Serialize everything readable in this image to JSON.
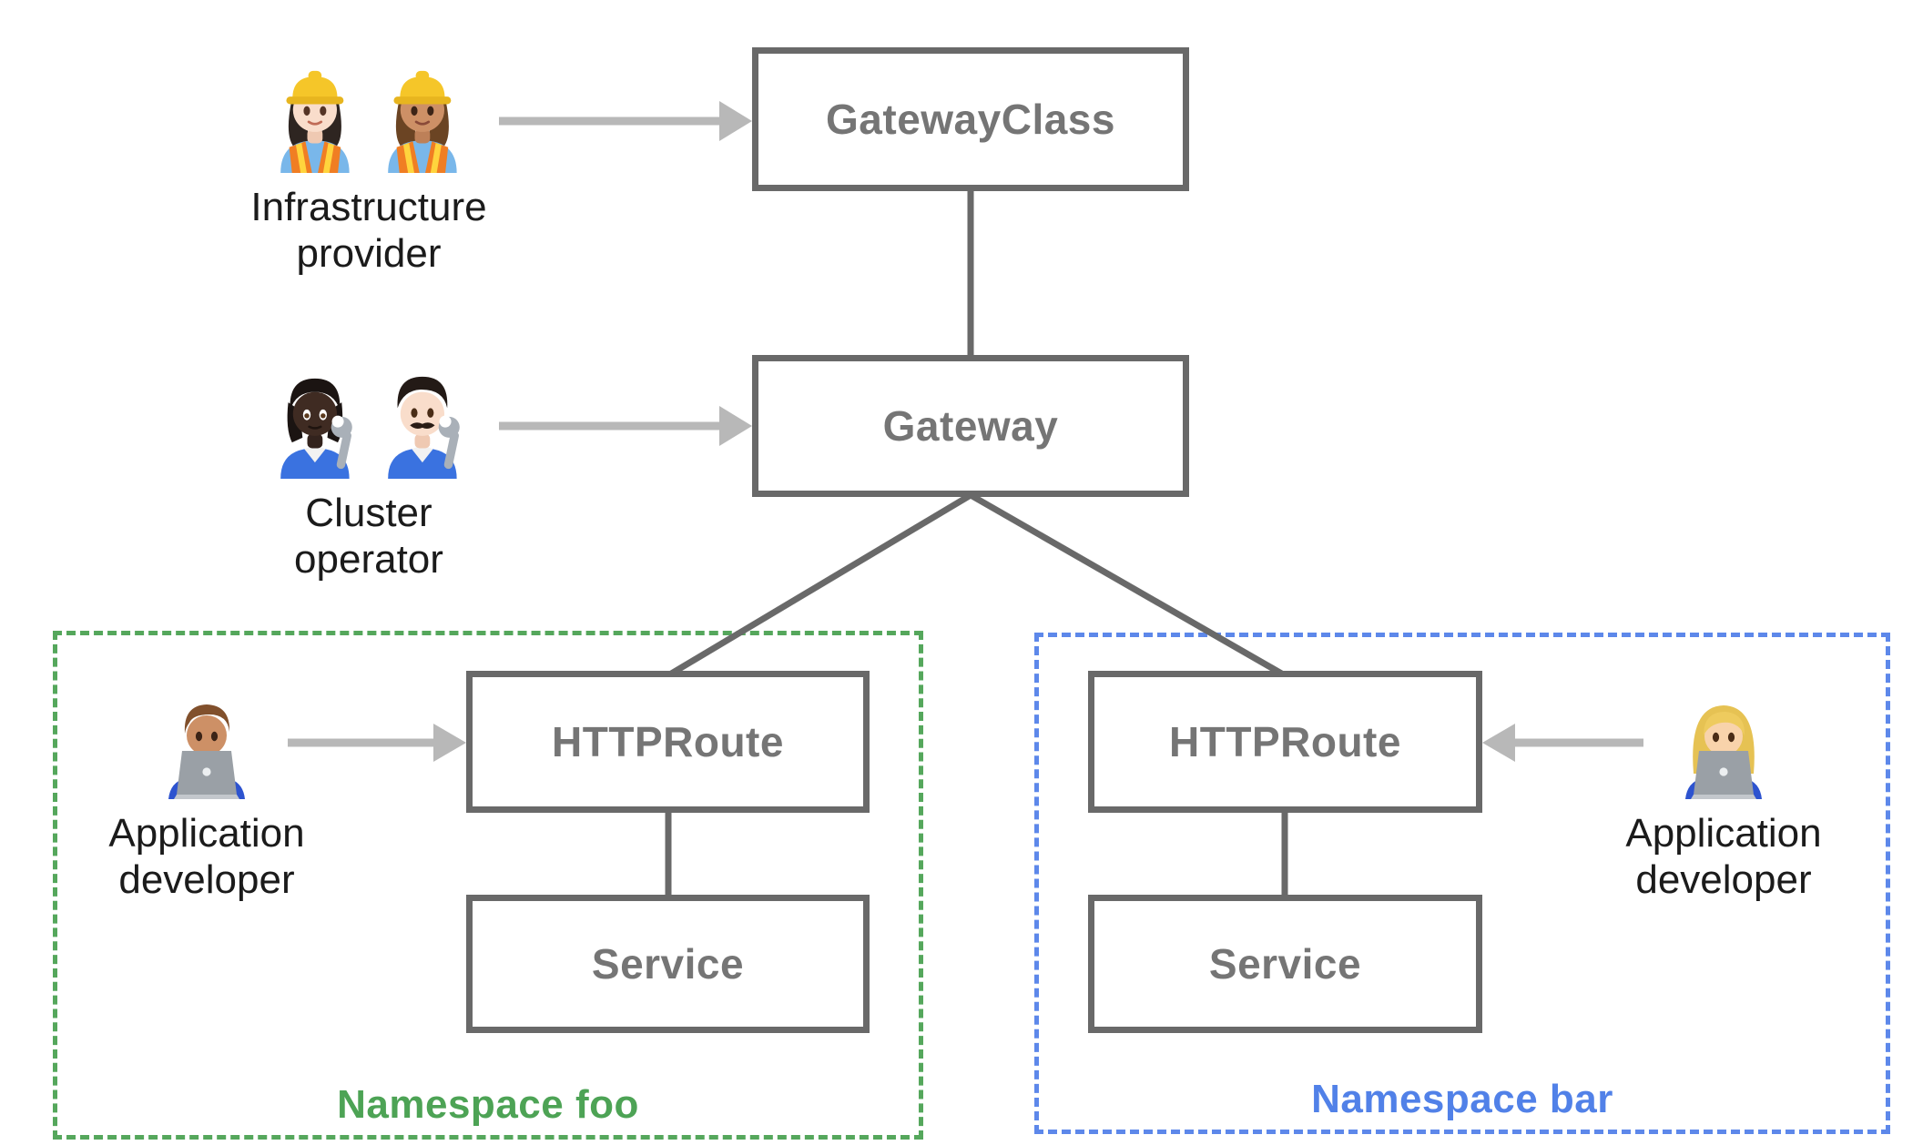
{
  "diagram": {
    "nodes": {
      "gatewayclass": {
        "label": "GatewayClass"
      },
      "gateway": {
        "label": "Gateway"
      },
      "httproute_foo": {
        "label": "HTTPRoute"
      },
      "service_foo": {
        "label": "Service"
      },
      "httproute_bar": {
        "label": "HTTPRoute"
      },
      "service_bar": {
        "label": "Service"
      }
    },
    "namespaces": {
      "foo": {
        "label": "Namespace foo",
        "color": "#4da355"
      },
      "bar": {
        "label": "Namespace bar",
        "color": "#5181e8"
      }
    },
    "personas": {
      "infrastructure_provider": {
        "line1": "Infrastructure",
        "line2": "provider",
        "icons": [
          "woman-construction-worker-light-icon",
          "woman-construction-worker-medium-icon"
        ]
      },
      "cluster_operator": {
        "line1": "Cluster",
        "line2": "operator",
        "icons": [
          "person-mechanic-dark-icon",
          "man-mechanic-light-icon"
        ]
      },
      "app_developer_foo": {
        "line1": "Application",
        "line2": "developer",
        "icons": [
          "man-technologist-medium-icon"
        ]
      },
      "app_developer_bar": {
        "line1": "Application",
        "line2": "developer",
        "icons": [
          "woman-technologist-blonde-icon"
        ]
      }
    },
    "edges": [
      {
        "from": "gatewayclass",
        "to": "gateway"
      },
      {
        "from": "gateway",
        "to": "httproute_foo"
      },
      {
        "from": "gateway",
        "to": "httproute_bar"
      },
      {
        "from": "httproute_foo",
        "to": "service_foo"
      },
      {
        "from": "httproute_bar",
        "to": "service_bar"
      }
    ],
    "actor_arrows": [
      {
        "from": "infrastructure_provider",
        "to": "gatewayclass"
      },
      {
        "from": "cluster_operator",
        "to": "gateway"
      },
      {
        "from": "app_developer_foo",
        "to": "httproute_foo"
      },
      {
        "from": "app_developer_bar",
        "to": "httproute_bar"
      }
    ],
    "colors": {
      "node_border": "#696969",
      "node_text": "#757575",
      "connector": "#696969",
      "arrow": "#b8b8b8",
      "namespace_foo": "#4da355",
      "namespace_bar": "#5181e8",
      "persona_label": "#1b1b1b"
    }
  }
}
